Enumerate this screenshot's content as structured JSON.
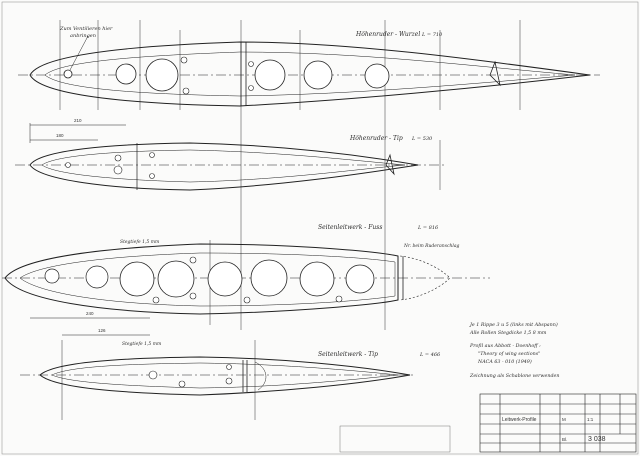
{
  "drawing": {
    "top_left_note": [
      "Zum Ventilieren hier",
      "anbringen"
    ],
    "parts": [
      {
        "title": "Höhenruder - Wurzel",
        "length": "L = 710"
      },
      {
        "title": "Höhenruder - Tip",
        "length": "L = 530"
      },
      {
        "title": "Seitenleitwerk - Fuss",
        "length": "L = 816",
        "note": "Stegtiefe 1,5 mm"
      },
      {
        "title": "Seitenleitwerk - Tip",
        "length": "L = 466",
        "note": "Stegtiefe 1,5 mm"
      }
    ],
    "dimensions": [
      "210",
      "180",
      "240",
      "126"
    ],
    "right_notes": {
      "line1": "Je 1 Rippe  3 u 5  (links mit Abspann)",
      "line2": "Alle Rollen  Stegdicke 1,5  8 mm",
      "line3": "Profil aus Abbott - Doenhoff :",
      "line4": "\"Theory of wing sections\"",
      "line5": "NACA 63 - 010   (1949)",
      "line6": "Zeichnung als Schablone verwenden"
    },
    "rudder_note": "Nr. beim Ruderanschlag"
  },
  "title_block": {
    "drawing_number": "3 038",
    "name_line": "Leitwerk-Profile",
    "small_texts": [
      "M",
      "1:1",
      "Bl."
    ]
  }
}
